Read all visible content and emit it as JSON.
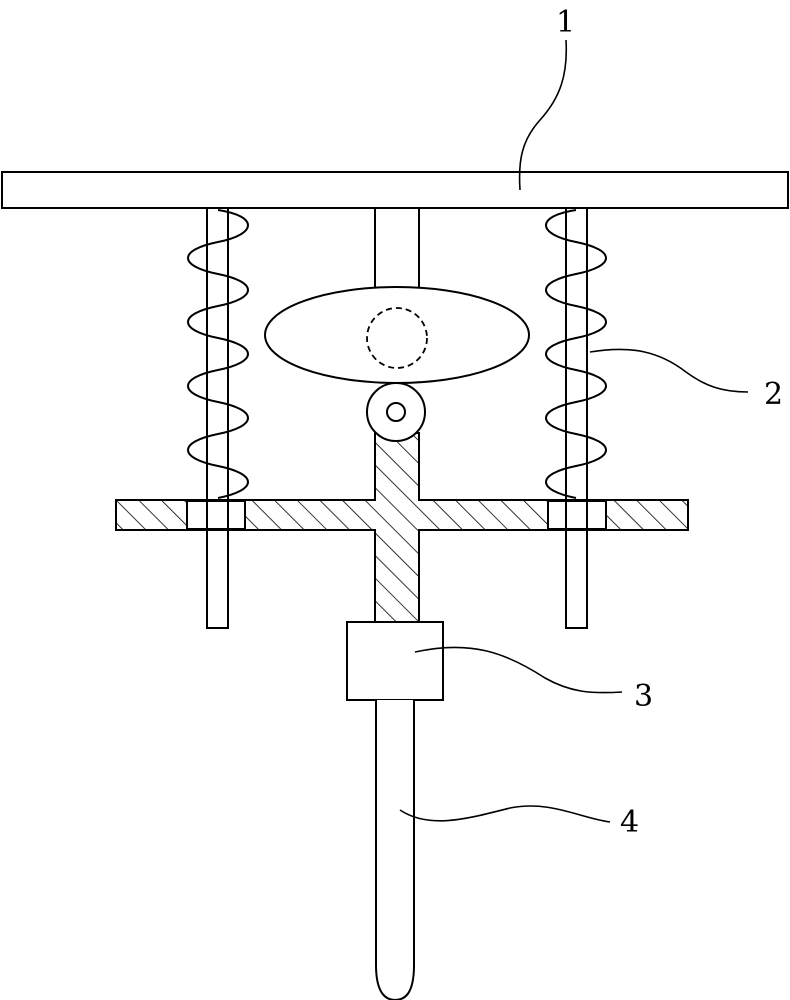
{
  "labels": [
    {
      "id": "1",
      "text": "1"
    },
    {
      "id": "2",
      "text": "2"
    },
    {
      "id": "3",
      "text": "3"
    },
    {
      "id": "4",
      "text": "4"
    }
  ],
  "colors": {
    "line": "#000000",
    "background": "#ffffff"
  }
}
